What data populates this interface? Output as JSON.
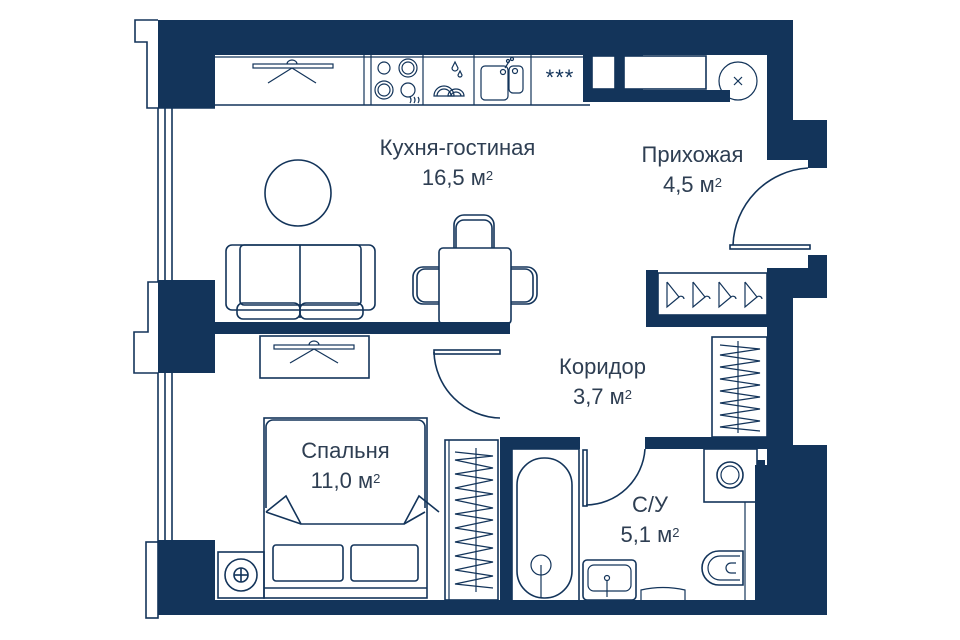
{
  "plan": {
    "wall_color": "#13345a",
    "line_color": "#13345a",
    "text_color": "#2e3e52",
    "rooms": [
      {
        "id": "kitchen-living",
        "name": "Кухня-гостиная",
        "area": "16,5",
        "unit": "м",
        "sup": "2"
      },
      {
        "id": "hallway",
        "name": "Прихожая",
        "area": "4,5",
        "unit": "м",
        "sup": "2"
      },
      {
        "id": "corridor",
        "name": "Коридор",
        "area": "3,7",
        "unit": "м",
        "sup": "2"
      },
      {
        "id": "bedroom",
        "name": "Спальня",
        "area": "11,0",
        "unit": "м",
        "sup": "2"
      },
      {
        "id": "bathroom",
        "name": "С/У",
        "area": "5,1",
        "unit": "м",
        "sup": "2"
      }
    ],
    "fixtures": {
      "stove_symbol": "burners",
      "freezer_symbol": "***",
      "meter_symbol": "×"
    }
  }
}
